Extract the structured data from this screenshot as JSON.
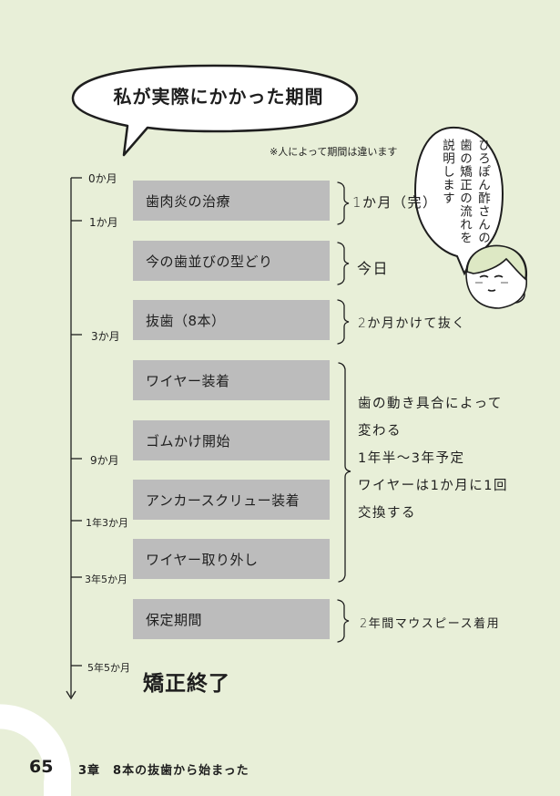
{
  "title": "私が実際にかかった期間",
  "note": "※人によって期間は違います",
  "speech": {
    "lines": [
      "ひろぽん酢さんの",
      "歯の矯正の流れを",
      "説明します"
    ]
  },
  "timeline": {
    "ticks": [
      "0か月",
      "1か月",
      "3か月",
      "9か月",
      "1年3か月",
      "3年5か月",
      "5年5か月"
    ],
    "steps": [
      "歯肉炎の治療",
      "今の歯並びの型どり",
      "抜歯（8本）",
      "ワイヤー装着",
      "ゴムかけ開始",
      "アンカースクリュー装着",
      "ワイヤー取り外し",
      "保定期間"
    ],
    "end_label": "矯正終了"
  },
  "annotations": {
    "a1": "1か月（完）",
    "a2": "今日",
    "a3": "2か月かけて抜く",
    "a4": [
      "歯の動き具合によって",
      "変わる",
      "1年半～3年予定",
      "ワイヤーは1か月に1回",
      "交換する"
    ],
    "a5": "2年間マウスピース着用"
  },
  "footer": {
    "page_number": "65",
    "chapter": "3章　8本の抜歯から始まった"
  },
  "colors": {
    "background": "#e8efd8",
    "step_box": "#bcbcbc",
    "deco_arc": "#ffffff",
    "bubble_fill": "#ffffff",
    "line": "#1e1e1e"
  }
}
